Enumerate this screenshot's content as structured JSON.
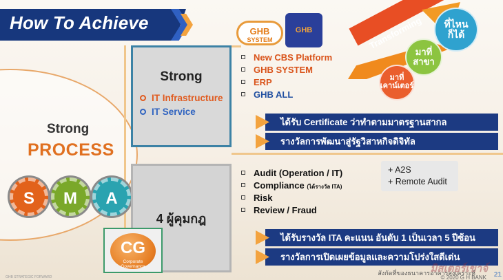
{
  "title": "How To Achieve",
  "left_panel": {
    "strong": "Strong",
    "process": "PROCESS",
    "gears": [
      "S",
      "M",
      "A"
    ],
    "cg": {
      "label": "CG",
      "sub": "Corporate Governance"
    }
  },
  "strong_box": {
    "title": "Strong",
    "items": [
      {
        "label": "IT Infrastructure",
        "color": "#e05a1e"
      },
      {
        "label": "IT Service",
        "color": "#2f63c0"
      }
    ]
  },
  "auditor_box": {
    "title": "4 ผู้คุมกฎ"
  },
  "ghb_logo": {
    "pill_line1": "GHB",
    "pill_line2": "SYSTEM",
    "icon_text": "GHB"
  },
  "systems": [
    "New CBS Platform",
    "GHB SYSTEM",
    "ERP",
    "GHB ALL"
  ],
  "banners_top": [
    "ได้รับ Certificate ว่าทำตามมาตรฐานสากล",
    "รางวัลการพัฒนาสู่รัฐวิสาหกิจดิจิทัล"
  ],
  "controls": [
    {
      "label": "Audit (Operation / IT)",
      "note": ""
    },
    {
      "label": "Compliance",
      "note": "(ได้รางวัล ITA)"
    },
    {
      "label": "Risk",
      "note": ""
    },
    {
      "label": "Review / Fraud",
      "note": ""
    }
  ],
  "addons": [
    "+ A2S",
    "+ Remote Audit"
  ],
  "banners_bottom": [
    "ได้รับรางวัล ITA คะแนน อันดับ 1 เป็นเวลา 5 ปีซ้อน",
    "รางวัลการเปิดเผยข้อมูลและความโปร่งใสดีเด่น"
  ],
  "transform": {
    "arrow_label": "Transforming",
    "bubbles": [
      "ที่ไหน ก็ได้",
      "มาที่ สาขา",
      "มาที่ เคาน์เตอร์"
    ]
  },
  "footer": {
    "org": "สังกัดที่ของธนาคารอาคารสงเคราะห์",
    "copyright": "© 2020 G H BANK",
    "page": "21",
    "watermark": "มิสเตอร์เขาจ์",
    "left_note": "GHB STRATEGIC FORWARD"
  },
  "colors": {
    "navy": "#1c3a82",
    "orange": "#e07020",
    "banner_accent": "#f3a33f",
    "strong_border": "#3c82a5"
  },
  "icons": [
    "shield-icon",
    "gear-icon"
  ]
}
